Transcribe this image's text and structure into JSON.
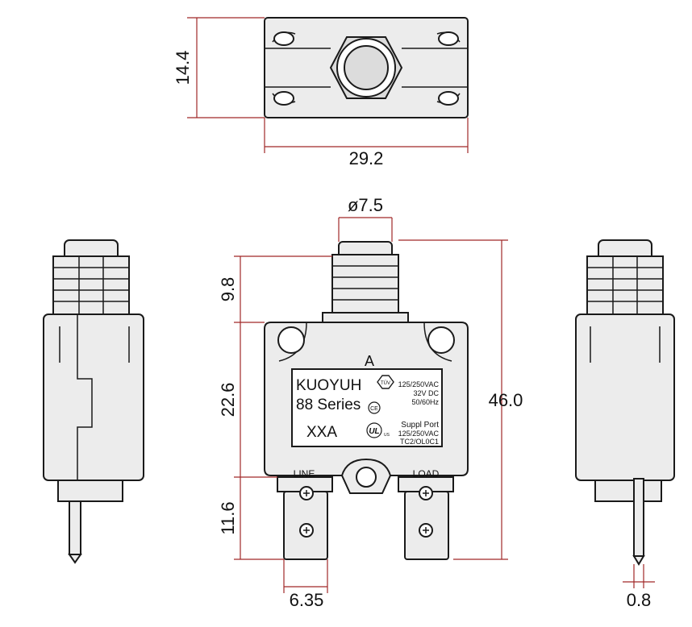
{
  "dimensions": {
    "top_height": "14.4",
    "top_width": "29.2",
    "button_diameter": "ø7.5",
    "button_height": "9.8",
    "body_height": "22.6",
    "terminal_height": "11.6",
    "overall_height": "46.0",
    "terminal_width": "6.35",
    "terminal_thickness": "0.8"
  },
  "label": {
    "rating": "A",
    "brand": "KUOYUH",
    "series": "88 Series",
    "model": "XXA",
    "tuv_mark": "TÜV",
    "spec_line_1": "125/250VAC",
    "spec_line_2": "32V DC",
    "spec_line_3": "50/60Hz",
    "ce_mark": "CE",
    "ul_mark": "UL",
    "us_mark": "US",
    "supp_title": "Suppl Port",
    "supp_line_1": "125/250VAC",
    "supp_line_2": "TC2/OL0C1"
  },
  "terminals": {
    "left": "LINE",
    "right": "LOAD"
  },
  "colors": {
    "dimension_line": "#a02828",
    "outline": "#1a1a1a",
    "body_fill": "#ececec"
  }
}
